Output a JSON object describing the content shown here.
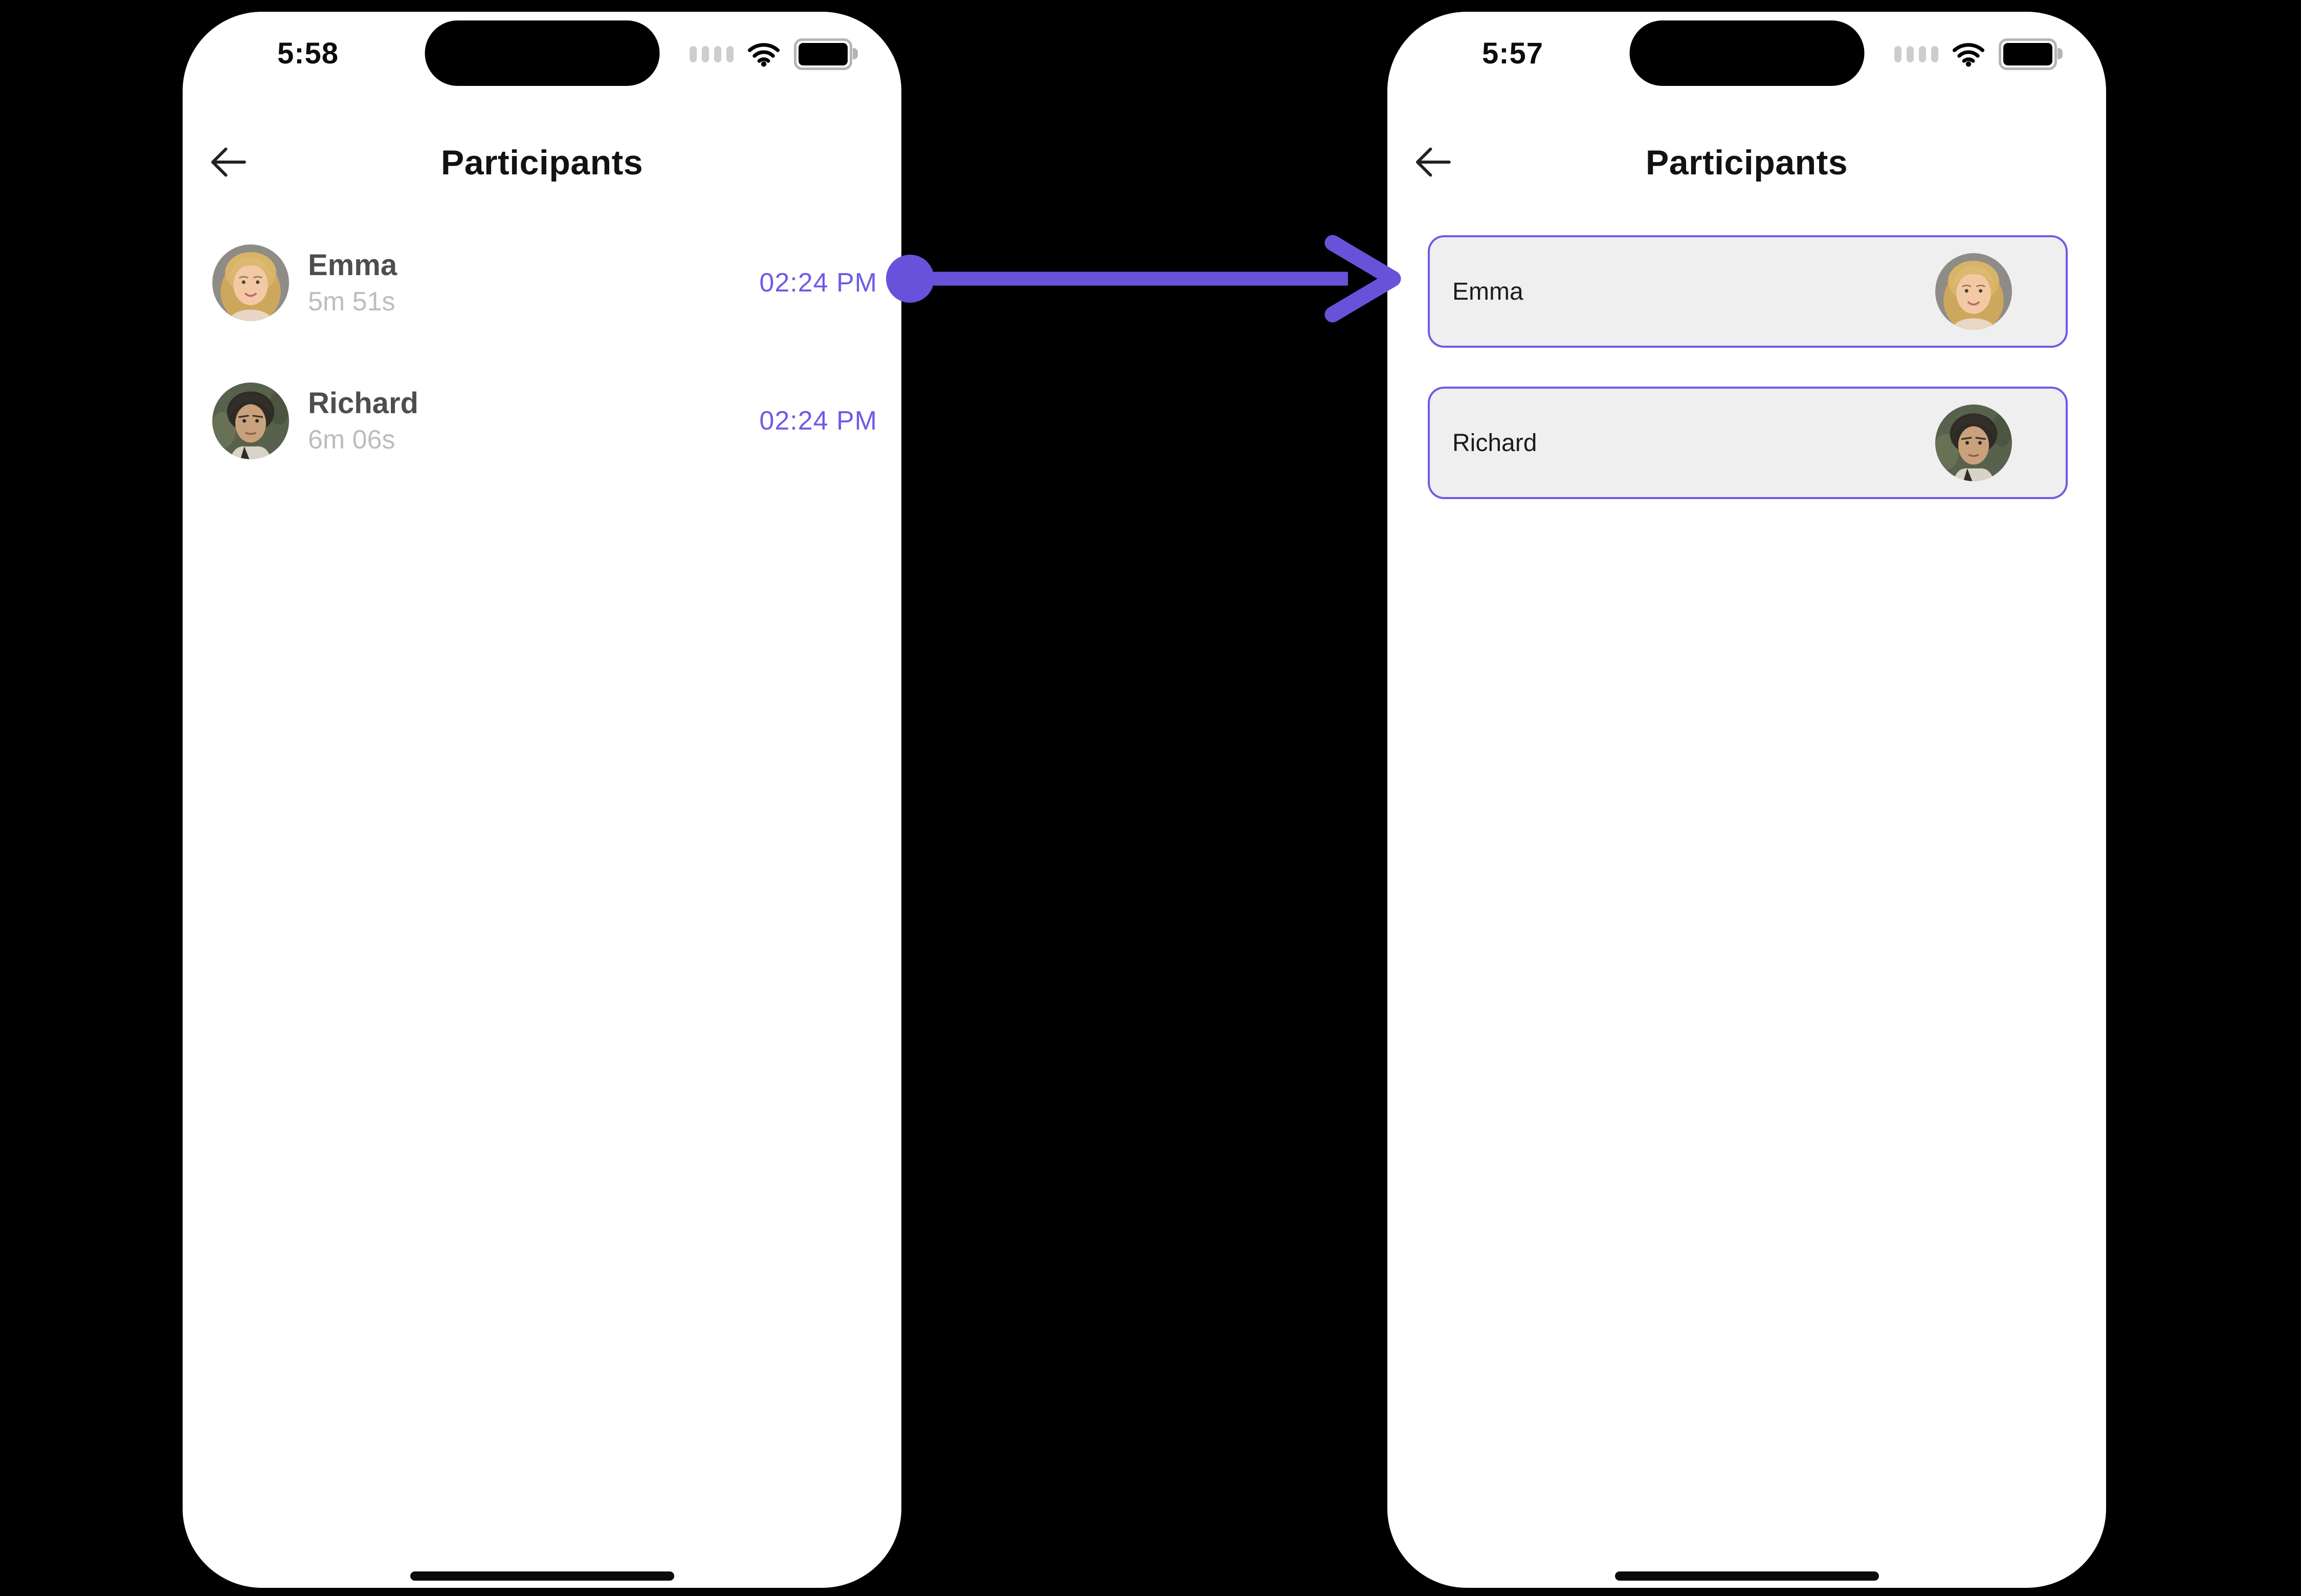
{
  "colors": {
    "canvas_bg": "#000000",
    "phone_bg": "#ffffff",
    "accent": "#6C5CE7",
    "arrow": "#6852D9",
    "card_bg": "#EFEFEF",
    "card_text": "#1B1B1B",
    "title_text": "#121212",
    "name_text": "#4E4E4E",
    "muted_text": "#BDBDBD",
    "status_gray": "#CDCDCD",
    "battery_border": "#B5B5B5"
  },
  "left_phone": {
    "status_time": "5:58",
    "title": "Participants",
    "participants": [
      {
        "name": "Emma",
        "duration": "5m 51s",
        "time": "02:24 PM",
        "avatar": "emma-avatar"
      },
      {
        "name": "Richard",
        "duration": "6m 06s",
        "time": "02:24 PM",
        "avatar": "richard-avatar"
      }
    ]
  },
  "right_phone": {
    "status_time": "5:57",
    "title": "Participants",
    "participants": [
      {
        "name": "Emma",
        "avatar": "emma-avatar"
      },
      {
        "name": "Richard",
        "avatar": "richard-avatar"
      }
    ]
  }
}
